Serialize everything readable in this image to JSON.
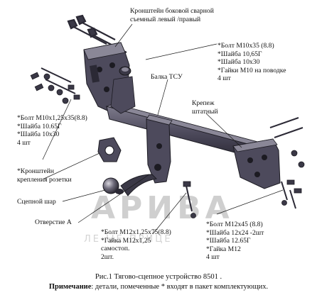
{
  "labels": {
    "side_bracket": [
      "Кронштейн боковой  сварной",
      "съемный левый /правый"
    ],
    "bolt_m10x35": [
      "*Болт М10х35 (8.8)",
      "*Шайба 10,65Г",
      "*Шайба 10х30",
      "*Гайки М10 на поводке",
      "4 шт"
    ],
    "beam": "Балка ТСУ",
    "standard_fastening": [
      "Крепеж",
      "штатный"
    ],
    "bolt_m10x125": [
      "*Болт М10х1,25х35(8.8)",
      "*Шайба 10.65Г",
      "*Шайба 10х30",
      "4 шт"
    ],
    "socket_bracket": [
      "*Кронштейн",
      "крепления розетки"
    ],
    "ball": "Сцепной шар",
    "hole": "Отверстие А",
    "bolt_m12x125": [
      "*Болт М12х1,25х75(8.8)",
      "*Гайка М12х1,25",
      "самостоп.",
      "2шт."
    ],
    "bolt_m12x45": [
      "*Болт М12х45 (8.8)",
      "*Шайба 12х24 -2шт",
      "*Шайба 12.65Г",
      "*Гайка М12",
      "4 шт"
    ]
  },
  "watermark": {
    "brand": "АРИВА",
    "tagline": "ЛЕ         ЫЕ ПРИЦЕ"
  },
  "caption": {
    "title": "Рис.1 Тягово-сцепное устройство 8501 .",
    "note_label": "Примечание",
    "note_text": ": детали, помеченные * входят в пакет комплектующих."
  },
  "colors": {
    "part_fill": "#4d4a5c",
    "part_dark": "#2b2935",
    "part_light": "#8a8797",
    "hardware": "#3a3846",
    "leader": "#1a1a1a"
  }
}
